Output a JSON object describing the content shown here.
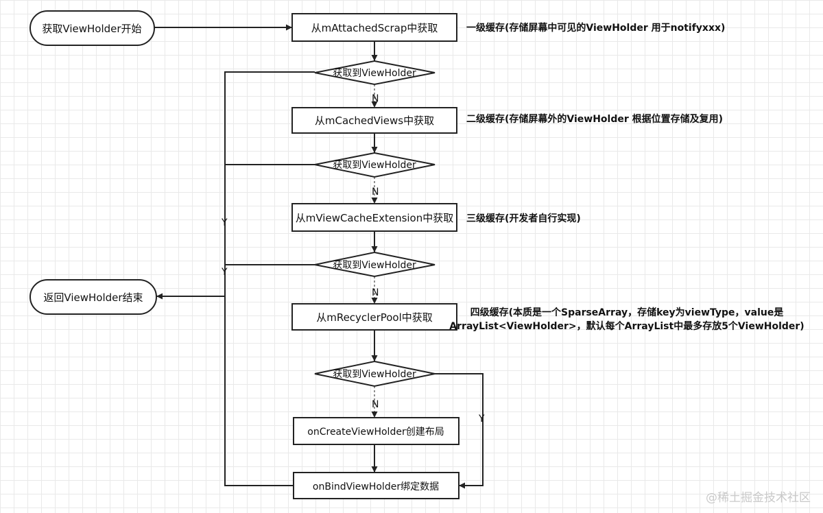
{
  "nodes": {
    "start": "获取ViewHolder开始",
    "end": "返回ViewHolder结束",
    "step1": "从mAttachedScrap中获取",
    "step2": "从mCachedViews中获取",
    "step3": "从mViewCacheExtension中获取",
    "step4": "从mRecyclerPool中获取",
    "step5": "onCreateViewHolder创建布局",
    "step6": "onBindViewHolder绑定数据",
    "decision": "获取到ViewHolder"
  },
  "notes": {
    "level1": "一级缓存(存储屏幕中可见的ViewHolder 用于notifyxxx)",
    "level2": "二级缓存(存储屏幕外的ViewHolder 根据位置存储及复用)",
    "level3": "三级缓存(开发者自行实现)",
    "level4_line1": "四级缓存(本质是一个SparseArray，存储key为viewType，value是",
    "level4_line2": "ArrayList<ViewHolder>，默认每个ArrayList中最多存放5个ViewHolder)"
  },
  "edge_labels": {
    "no": "N",
    "yes": "Y"
  },
  "watermark": "@稀土掘金技术社区"
}
